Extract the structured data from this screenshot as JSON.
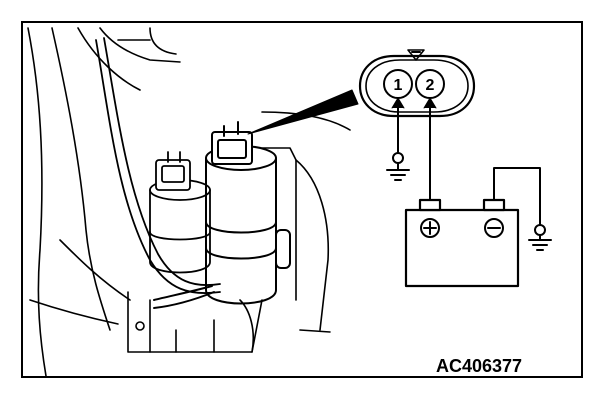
{
  "figure": {
    "connector_pins": [
      "1",
      "2"
    ],
    "battery_terminals": {
      "positive": "+",
      "negative": "−"
    },
    "figure_code": "AC406377"
  }
}
